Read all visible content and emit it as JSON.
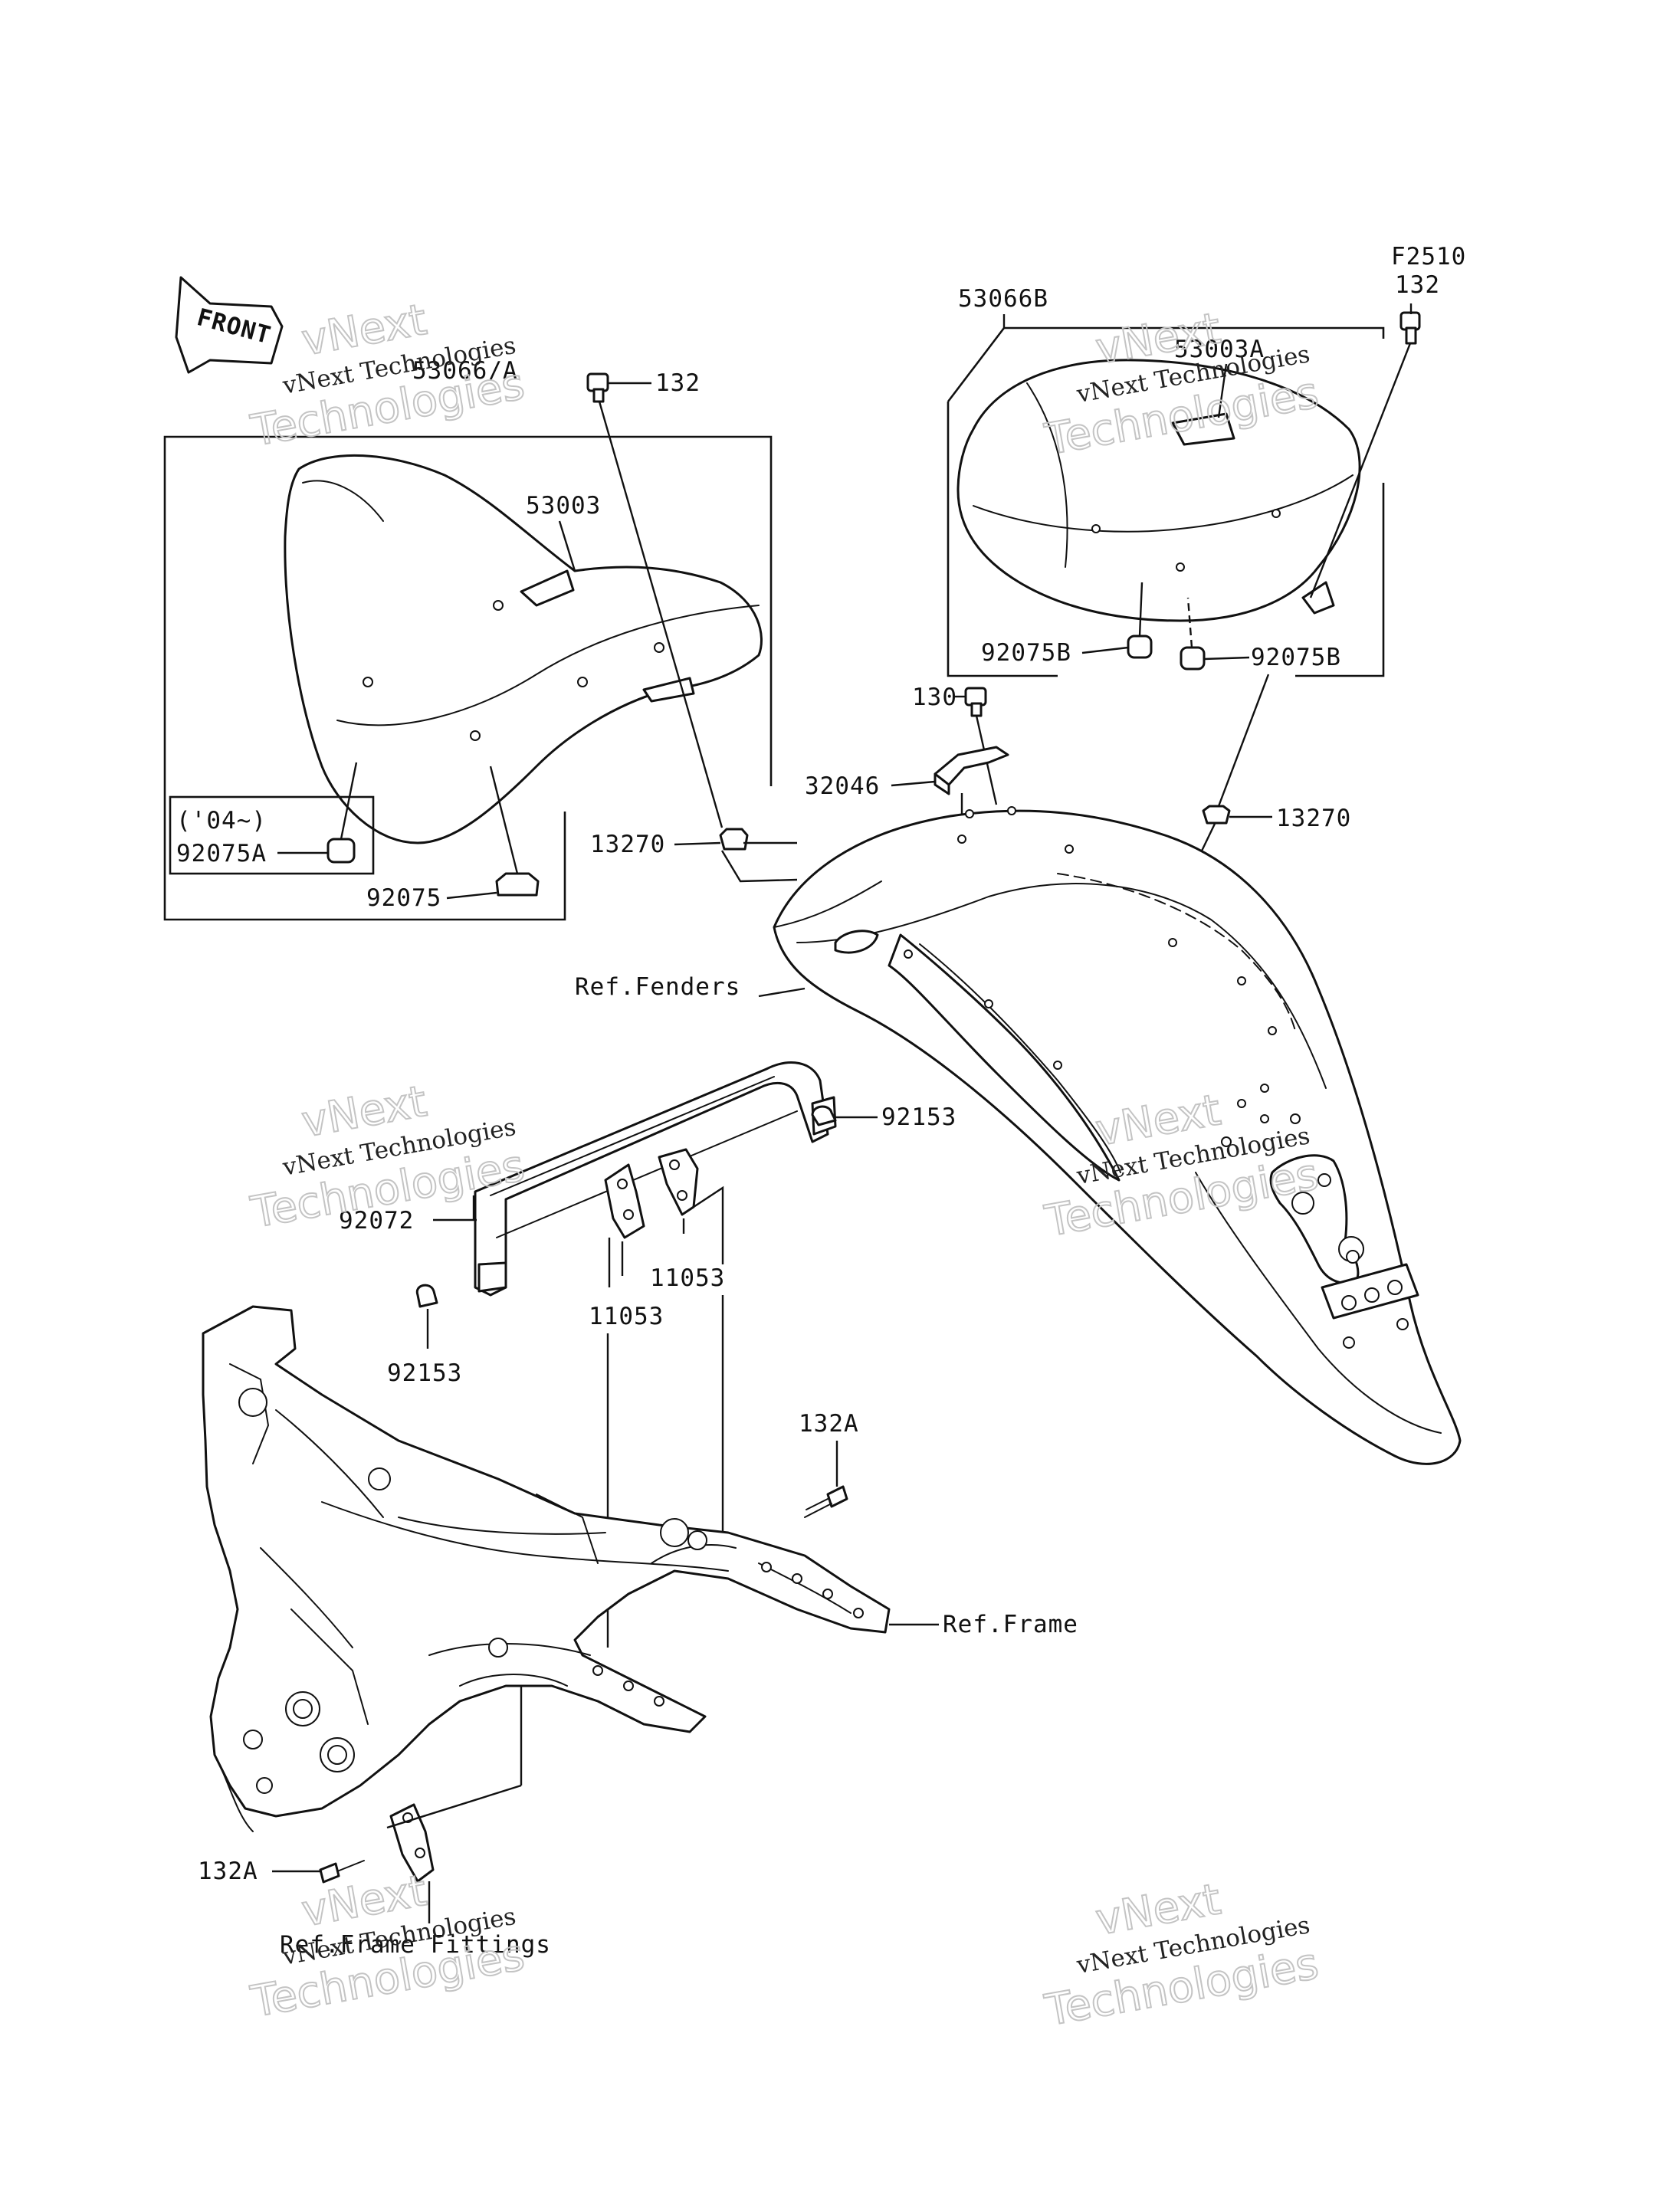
{
  "diagram": {
    "code": "F2510",
    "front_label": "FRONT",
    "watermark": {
      "line1": "vNext",
      "line2": "vNext Technologies",
      "line3": "Technologies"
    },
    "labels": {
      "l_53066A": "53066/A",
      "l_132_left": "132",
      "l_53003": "53003",
      "l_04": "('04~)",
      "l_92075A": "92075A",
      "l_92075": "92075",
      "l_13270_left": "13270",
      "l_53066B": "53066B",
      "l_53003A": "53003A",
      "l_132_right": "132",
      "l_92075B_left": "92075B",
      "l_92075B_right": "92075B",
      "l_130": "130",
      "l_32046": "32046",
      "l_13270_right": "13270",
      "l_ref_fenders": "Ref.Fenders",
      "l_92153_top": "92153",
      "l_92072": "92072",
      "l_11053_right": "11053",
      "l_11053_left": "11053",
      "l_92153_bottom": "92153",
      "l_132A_top": "132A",
      "l_ref_frame": "Ref.Frame",
      "l_132A_bottom": "132A",
      "l_ref_frame_fittings": "Ref.Frame Fittings"
    }
  }
}
